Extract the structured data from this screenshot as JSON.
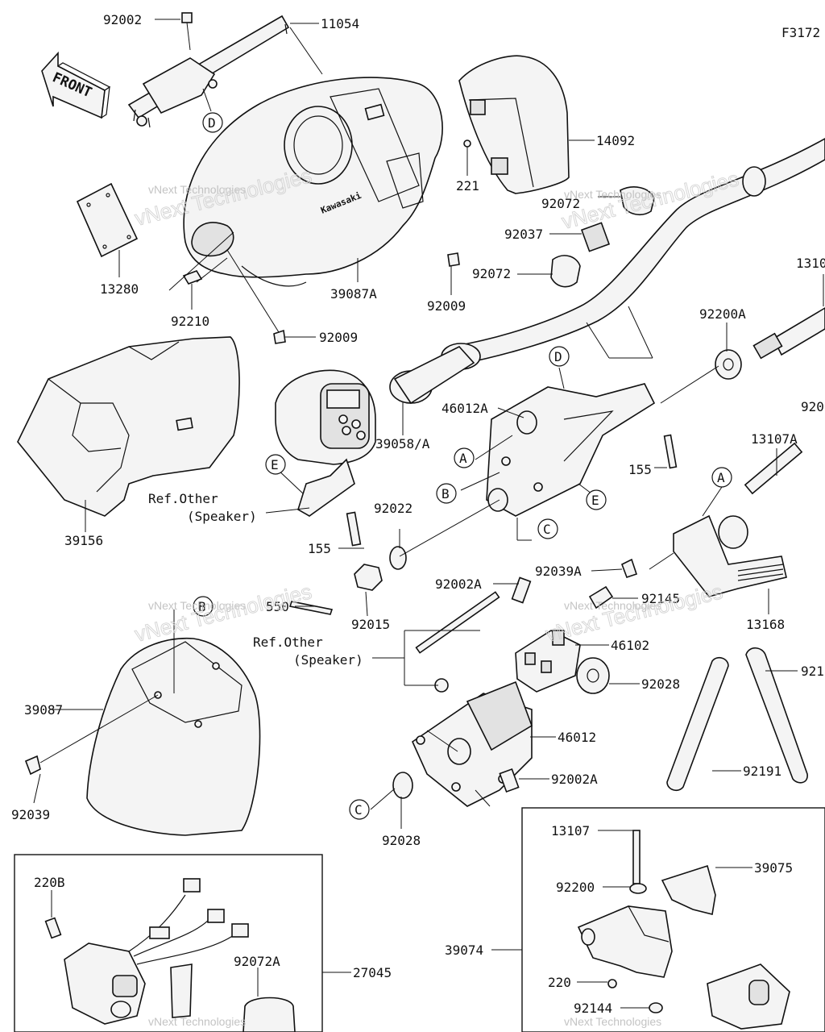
{
  "figure_code": "F3172",
  "front_label": "FRONT",
  "watermark": "vNext Technologies",
  "logo_text": "Kawasaki",
  "ref_note_1": "Ref.Other",
  "ref_note_1b": "(Speaker)",
  "ref_note_2": "Ref.Other",
  "ref_note_2b": "(Speaker)",
  "callouts": {
    "A": "A",
    "B": "B",
    "C": "C",
    "D": "D",
    "E": "E"
  },
  "parts": {
    "p92002_top": "92002",
    "p11054": "11054",
    "p14092": "14092",
    "p221": "221",
    "p92072_a": "92072",
    "p92037": "92037",
    "p92072_b": "92072",
    "p13280": "13280",
    "p39087A": "39087A",
    "p92009_a": "92009",
    "p92210": "92210",
    "p92009_b": "92009",
    "p1310x": "1310",
    "p92200A": "92200A",
    "p920x": "920",
    "p46012A": "46012A",
    "p39058A": "39058/A",
    "p155_a": "155",
    "p13107A": "13107A",
    "p39156": "39156",
    "p155_b": "155",
    "p92022": "92022",
    "p92039A": "92039A",
    "p550": "550",
    "p92015": "92015",
    "p92002A_a": "92002A",
    "p92145": "92145",
    "p13168": "13168",
    "p46102": "46102",
    "p39087": "39087",
    "p92028_a": "92028",
    "p921x": "921",
    "p46012": "46012",
    "p92191": "92191",
    "p92039": "92039",
    "p92002A_b": "92002A",
    "p92028_b": "92028",
    "p13107": "13107",
    "p39075": "39075",
    "p220B": "220B",
    "p92200": "92200",
    "p39074": "39074",
    "p92072A": "92072A",
    "p27045": "27045",
    "p220": "220",
    "p92144": "92144"
  }
}
